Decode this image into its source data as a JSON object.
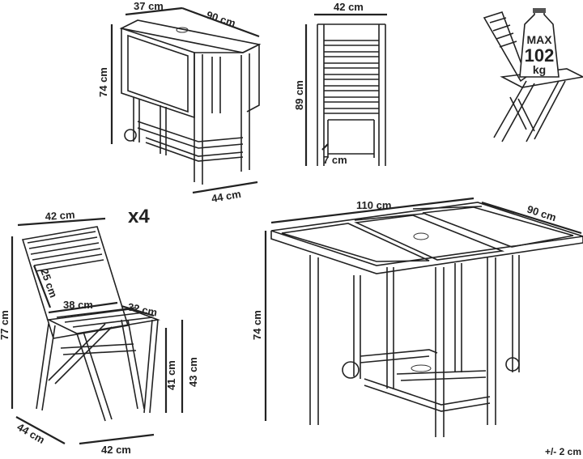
{
  "dimensions": {
    "cart_leaf_width": "37 cm",
    "cart_length": "90 cm",
    "cart_height": "74 cm",
    "cart_depth": "44 cm",
    "folded_chair_width": "42 cm",
    "folded_chair_height": "89 cm",
    "folded_chair_depth": "7 cm",
    "chair_width_top": "42 cm",
    "chair_backrest": "25 cm",
    "chair_seat_width": "38 cm",
    "chair_seat_depth": "32 cm",
    "chair_height": "77 cm",
    "chair_seat_height": "41 cm",
    "chair_side_height": "43 cm",
    "chair_base_depth": "44 cm",
    "chair_base_width": "42 cm",
    "table_length": "110 cm",
    "table_width": "90 cm",
    "table_height": "74 cm"
  },
  "quantity_label": "x4",
  "max_load": {
    "line1": "MAX",
    "value": "102",
    "unit": "kg"
  },
  "tolerance": "+/- 2 cm"
}
